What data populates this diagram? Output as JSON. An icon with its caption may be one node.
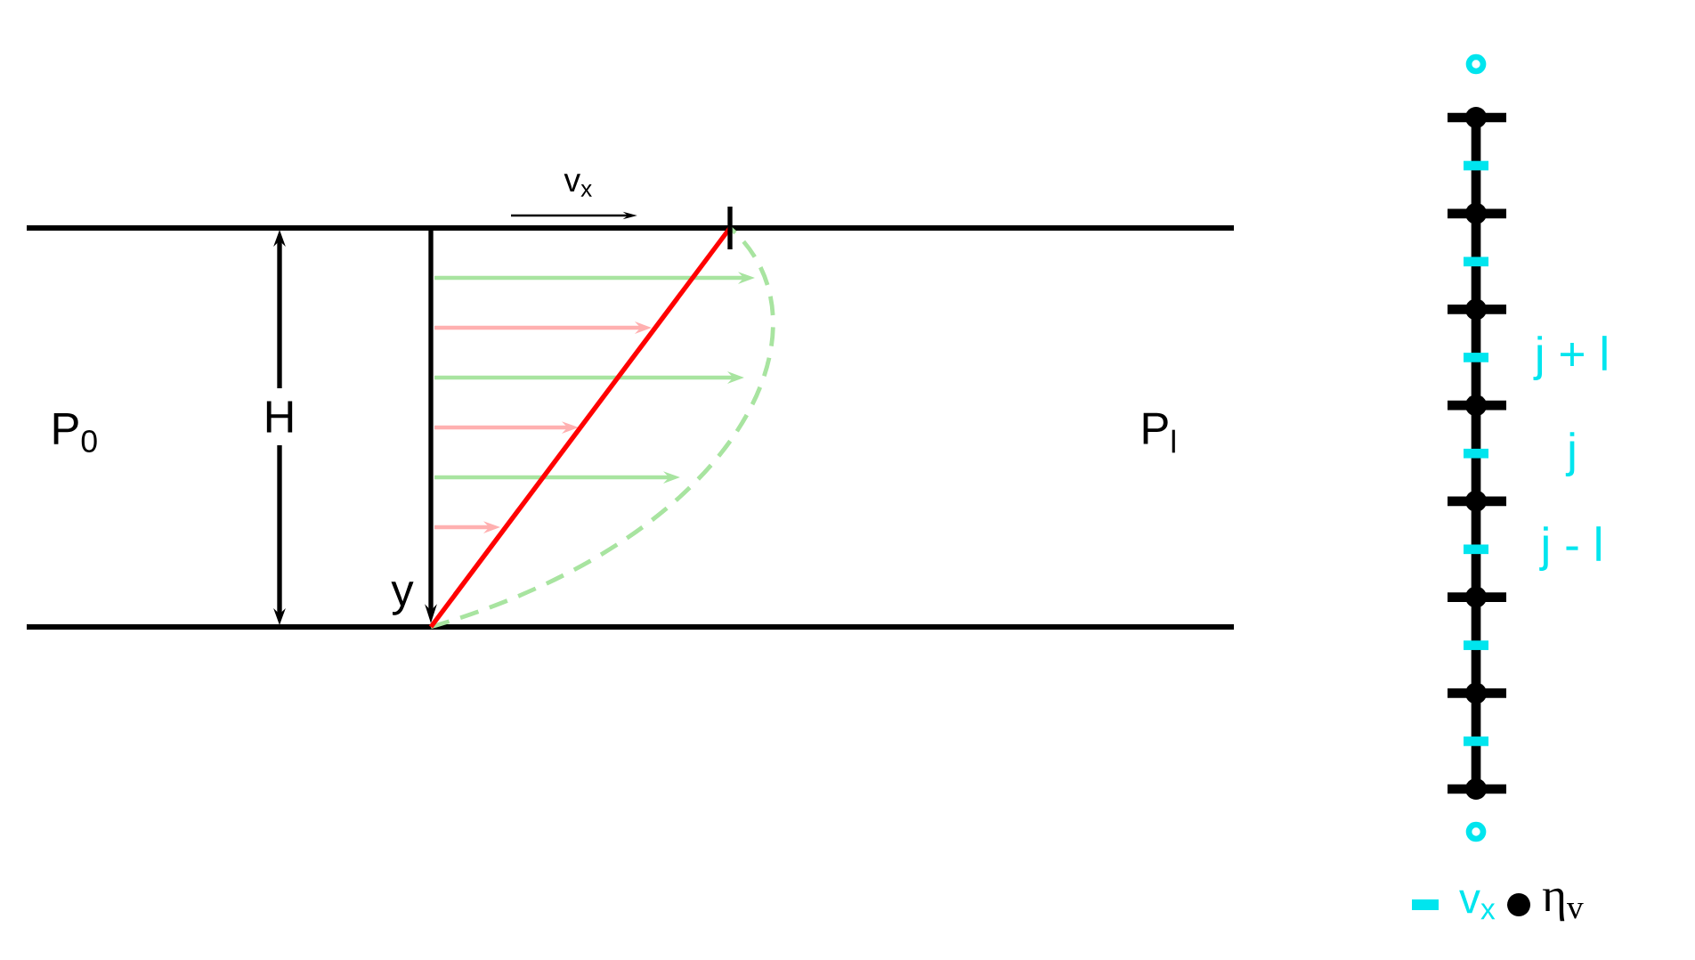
{
  "diagram": {
    "labels": [
      "v$_{x}$",
      "P$_{0}$",
      "H",
      "P$_{l}$",
      "y",
      "j + l",
      "j",
      "j - l"
    ],
    "legend": [
      {
        "text": "v$_{x}$",
        "color": "#00e5ee"
      },
      {
        "text": "η$_{v}$",
        "color": "#000000"
      }
    ]
  }
}
